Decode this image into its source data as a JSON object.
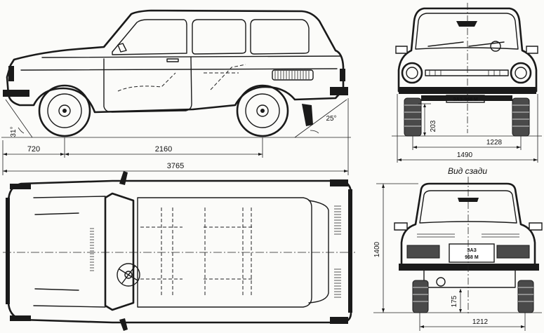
{
  "dimensions": {
    "front_overhang": "720",
    "wheelbase": "2160",
    "overall_length": "3765",
    "approach_angle": "31°",
    "departure_angle": "25°",
    "ground_clearance": "203",
    "front_track": "1228",
    "overall_width": "1490",
    "overall_height": "1400",
    "rear_clearance": "175",
    "rear_track": "1212"
  },
  "captions": {
    "rear_view": "Вид сзади"
  },
  "plates": {
    "front": "ЗАЗ-968 М",
    "rear_line1": "ЗАЗ",
    "rear_line2": "968 М"
  }
}
